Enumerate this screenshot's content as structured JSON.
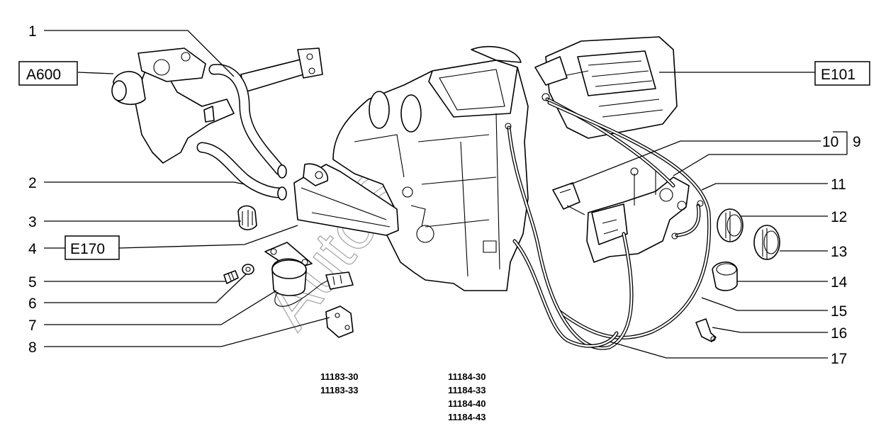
{
  "callouts": [
    {
      "id": "1",
      "label": "1"
    },
    {
      "id": "2",
      "label": "2"
    },
    {
      "id": "3",
      "label": "3"
    },
    {
      "id": "4",
      "label": "4"
    },
    {
      "id": "5",
      "label": "5"
    },
    {
      "id": "6",
      "label": "6"
    },
    {
      "id": "7",
      "label": "7"
    },
    {
      "id": "8",
      "label": "8"
    },
    {
      "id": "9",
      "label": "9"
    },
    {
      "id": "10",
      "label": "10"
    },
    {
      "id": "11",
      "label": "11"
    },
    {
      "id": "12",
      "label": "12"
    },
    {
      "id": "13",
      "label": "13"
    },
    {
      "id": "14",
      "label": "14"
    },
    {
      "id": "15",
      "label": "15"
    },
    {
      "id": "16",
      "label": "16"
    },
    {
      "id": "17",
      "label": "17"
    }
  ],
  "references": {
    "a600": "A600",
    "e170": "E170",
    "e101": "E101"
  },
  "models": {
    "col1": [
      "11183-30",
      "11183-33"
    ],
    "col2": [
      "11184-30",
      "11184-33",
      "11184-40",
      "11184-43"
    ]
  },
  "watermark": "AutoSoft"
}
